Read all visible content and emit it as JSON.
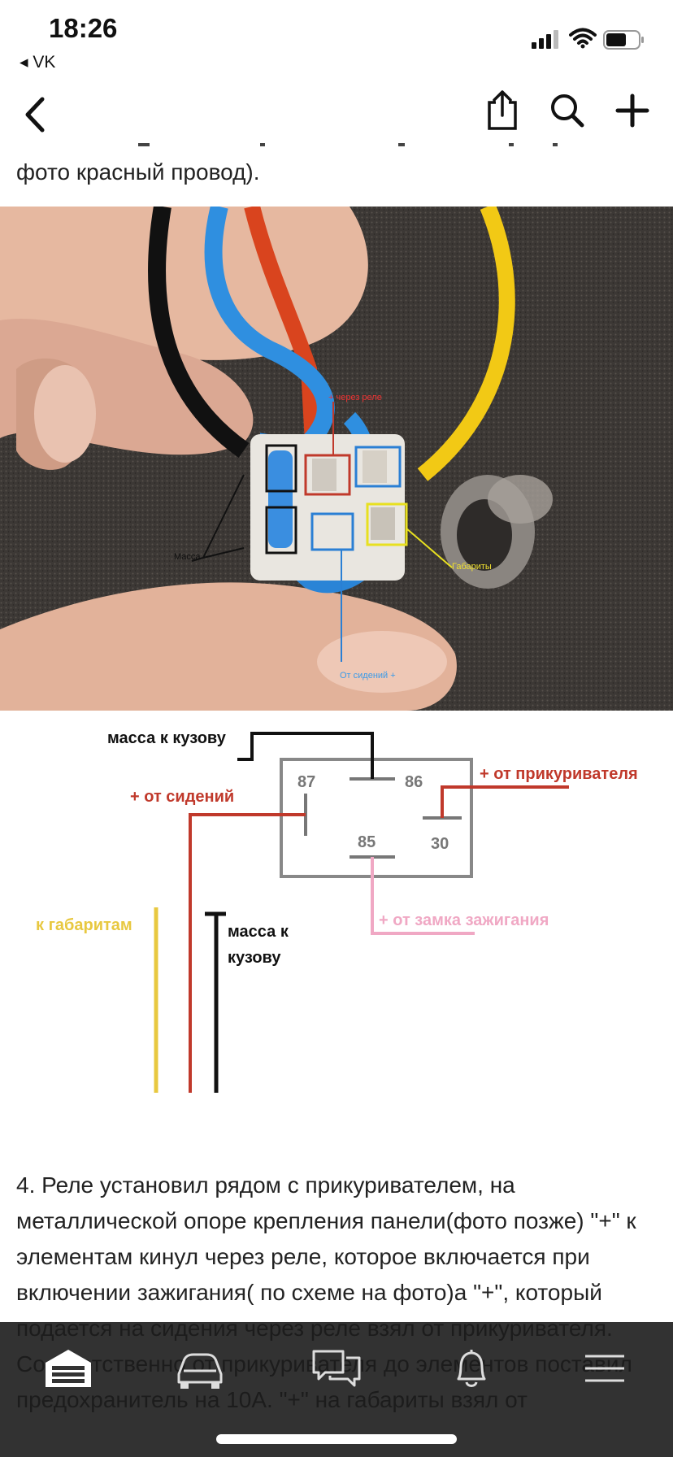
{
  "status_bar": {
    "time": "18:26",
    "back_app": "◂ VK"
  },
  "article": {
    "intro_line": "фото красный провод).",
    "body": "4. Реле установил рядом с прикуривателем, на металлической опоре крепления панели(фото позже) \"+\" к элементам кинул через реле, которое включается при включении зажигания( по схеме на фото)а \"+\", который подается на сидения через реле взял от прикуривателя. Соответственно от прикуривателя до элементов поставил предохранитель на 10А. \"+\" на габариты взял от"
  },
  "photo_labels": {
    "via_relay": "+ через реле",
    "mass": "Масса",
    "gabarity": "Габариты",
    "from_seats": "От сидений +"
  },
  "diagram": {
    "mass_to_body_top": "масса к кузову",
    "from_seats": "+ от сидений",
    "from_lighter": "+ от прикуривателя",
    "from_ignition": "+ от замка зажигания",
    "to_gabarity": "к габаритам",
    "mass_to_body_line1": "масса к",
    "mass_to_body_line2": "кузову",
    "pin_87": "87",
    "pin_86": "86",
    "pin_85": "85",
    "pin_30": "30"
  },
  "colors": {
    "red": "#c0392b",
    "black": "#111111",
    "yellow": "#e8c840",
    "pink": "#f0a8c4",
    "gray": "#888888",
    "blue": "#2a7fd4"
  },
  "tabbar": {
    "tabs": [
      "garage-icon",
      "car-icon",
      "chat-icon",
      "bell-icon",
      "menu-icon"
    ]
  }
}
